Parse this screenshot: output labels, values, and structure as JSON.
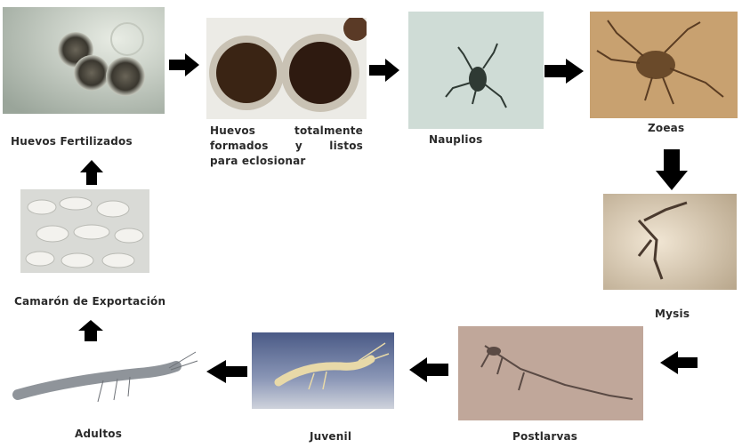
{
  "stages": {
    "huevos_fertilizados": "Huevos Fertilizados",
    "huevos_formados_l1": "Huevos totalmente",
    "huevos_formados_l2": "formados y listos",
    "huevos_formados_l3": "para eclosionar",
    "nauplios": "Nauplios",
    "zoeas": "Zoeas",
    "mysis": "Mysis",
    "postlarvas": "Postlarvas",
    "juvenil": "Juvenil",
    "adultos": "Adultos",
    "camaron_exportacion": "Camarón de Exportación"
  },
  "colors": {
    "arrow": "#000000",
    "label": "#2a2a2a"
  }
}
